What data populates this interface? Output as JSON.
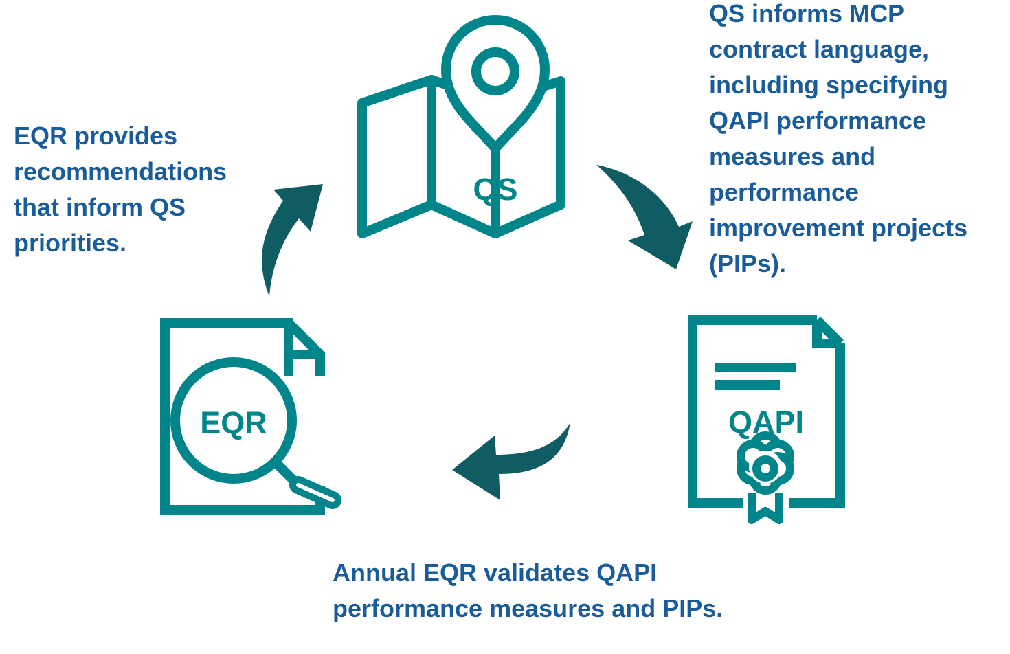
{
  "colors": {
    "icon_teal": "#00868a",
    "arrow_dark_teal": "#0f5c63",
    "caption_blue": "#1a5c99"
  },
  "nodes": {
    "qs": {
      "label": "QS",
      "icon": "map-pin-icon"
    },
    "eqr": {
      "label": "EQR",
      "icon": "document-magnifier-icon"
    },
    "qapi": {
      "label": "QAPI",
      "icon": "certificate-document-icon"
    }
  },
  "captions": {
    "eqr_to_qs": "EQR provides recommendations that inform QS priorities.",
    "qs_to_qapi": "QS informs MCP contract language, including specifying QAPI performance measures and performance improvement projects (PIPs).",
    "qapi_to_eqr": "Annual EQR validates QAPI performance measures and PIPs."
  },
  "arrows": [
    {
      "from": "EQR",
      "to": "QS",
      "icon": "curved-arrow-icon"
    },
    {
      "from": "QS",
      "to": "QAPI",
      "icon": "curved-arrow-icon"
    },
    {
      "from": "QAPI",
      "to": "EQR",
      "icon": "curved-arrow-icon"
    }
  ]
}
